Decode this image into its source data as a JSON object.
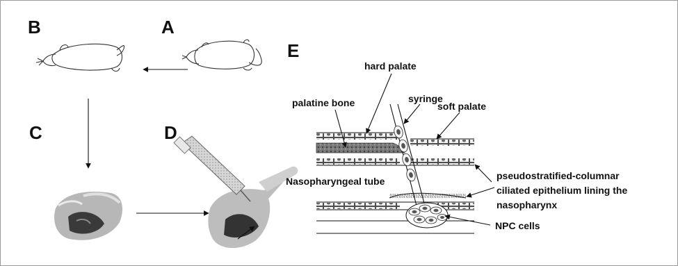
{
  "panels": {
    "a": "A",
    "b": "B",
    "c": "C",
    "d": "D",
    "e": "E"
  },
  "labels": {
    "hard_palate": "hard palate",
    "syringe": "syringe",
    "soft_palate": "soft palate",
    "palatine_bone": "palatine bone",
    "nasopharyngeal_tube": "Nasopharyngeal tube",
    "epithelium_line1": "pseudostratified-columnar",
    "epithelium_line2": "ciliated epithelium lining  the",
    "epithelium_line3": "nasopharynx",
    "npc_cells": "NPC cells"
  }
}
